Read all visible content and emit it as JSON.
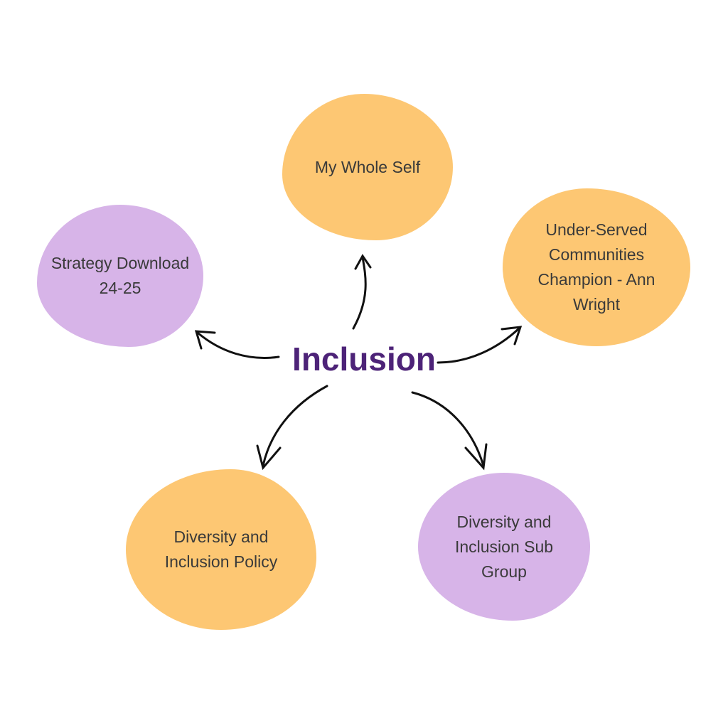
{
  "center": {
    "label": "Inclusion",
    "color": "#4d2378"
  },
  "nodes": {
    "top": "My Whole Self",
    "left": "Strategy Download 24-25",
    "right": "Under-Served Communities Champion - Ann Wright",
    "bottom_left": "Diversity and Inclusion Policy",
    "bottom_right": "Diversity and Inclusion Sub Group"
  },
  "colors": {
    "orange": "#fdc773",
    "purple": "#d7b4e8"
  }
}
